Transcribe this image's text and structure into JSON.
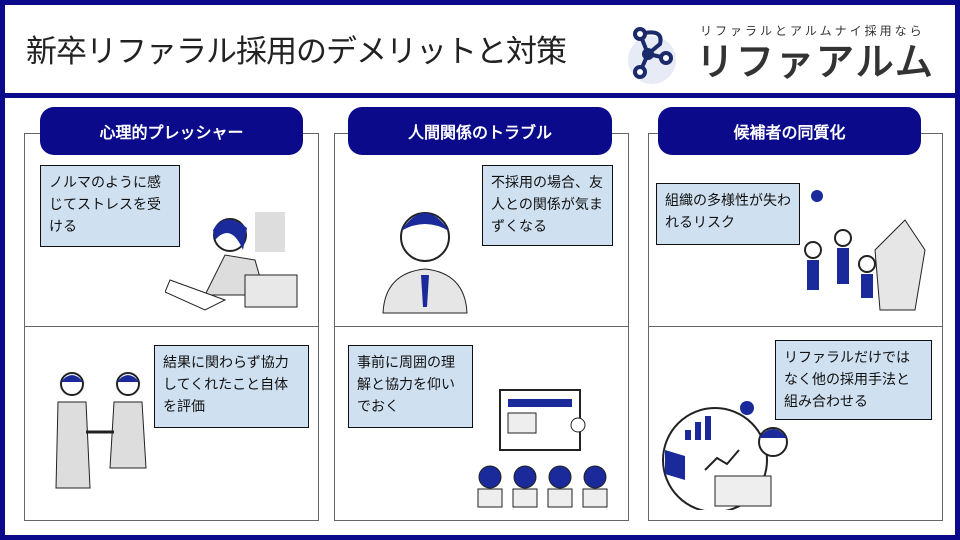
{
  "header": {
    "title": "新卒リファラル採用のデメリットと対策",
    "logo_tagline": "リファラルとアルムナイ採用なら",
    "logo_name": "リファアルム"
  },
  "columns": [
    {
      "heading": "心理的プレッシャー",
      "demerit": "ノルマのように感じてストレスを受ける",
      "countermeasure": "結果に関わらず協力してくれたこと自体を評価"
    },
    {
      "heading": "人間関係のトラブル",
      "demerit": "不採用の場合、友人との関係が気まずくなる",
      "countermeasure": "事前に周囲の理解と協力を仰いでおく"
    },
    {
      "heading": "候補者の同質化",
      "demerit": "組織の多様性が失われるリスク",
      "countermeasure": "リファラルだけではなく他の採用手法と組み合わせる"
    }
  ],
  "colors": {
    "navy": "#0a0a8a",
    "box": "#cfe0f0"
  }
}
